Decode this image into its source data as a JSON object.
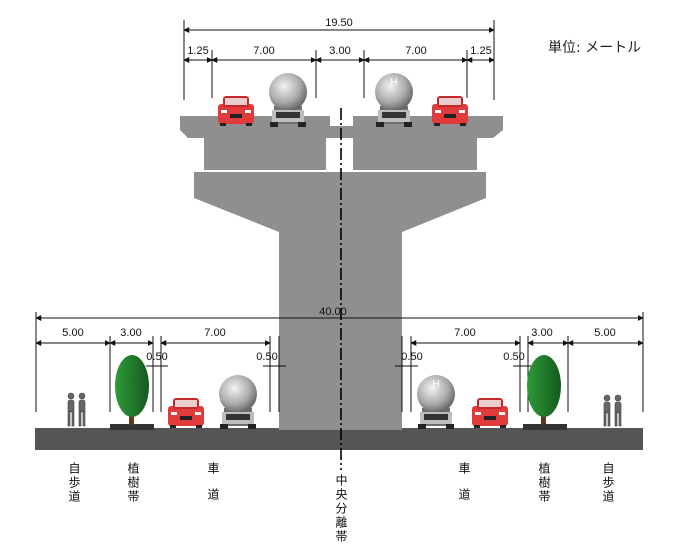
{
  "unit_label": "単位: メートル",
  "upper_deck": {
    "total_width": "19.50",
    "segments": [
      "1.25",
      "7.00",
      "3.00",
      "7.00",
      "1.25"
    ]
  },
  "ground_level": {
    "total_width": "40.00",
    "left_segments": [
      "5.00",
      "3.00",
      "7.00"
    ],
    "right_segments": [
      "7.00",
      "3.00",
      "5.00"
    ],
    "offsets": [
      "0.50",
      "0.50",
      "0.50",
      "0.50"
    ]
  },
  "labels": {
    "sidewalk_left": "自歩道",
    "planting_left": "植樹帯",
    "road_left": "車道",
    "median": "中央分離帯",
    "road_right": "車道",
    "planting_right": "植樹帯",
    "sidewalk_right": "自歩道"
  },
  "colors": {
    "concrete": "#8f8f8f",
    "ground": "#555555",
    "car_red": "#e23b3b",
    "tree_green": "#1f7a2a",
    "tank_silver": "#a9a9a9"
  }
}
